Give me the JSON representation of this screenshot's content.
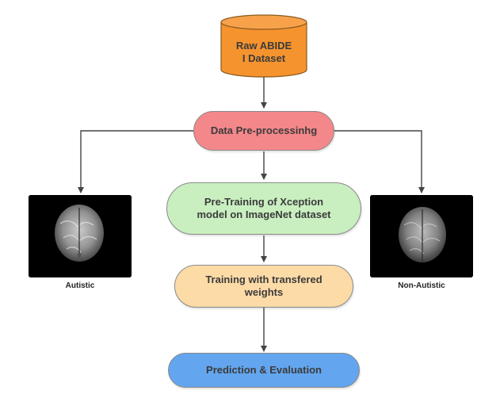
{
  "colors": {
    "dataset_fill": "#f5932e",
    "preprocessing_fill": "#f4878a",
    "pretraining_fill": "#c9efc0",
    "training_fill": "#fddba7",
    "prediction_fill": "#63a5ee",
    "connector": "#444444",
    "scan_background": "#000000"
  },
  "nodes": {
    "dataset": {
      "shape": "cylinder",
      "label_line1": "Raw ABIDE",
      "label_line2": "I Dataset"
    },
    "preprocessing": {
      "shape": "pill",
      "label": "Data Pre-processinhg"
    },
    "pretraining": {
      "shape": "pill",
      "label_line1": "Pre-Training of Xception",
      "label_line2": "model on ImageNet dataset"
    },
    "training": {
      "shape": "pill",
      "label_line1": "Training with transfered",
      "label_line2": "weights"
    },
    "prediction": {
      "shape": "pill",
      "label": "Prediction & Evaluation"
    }
  },
  "images": {
    "autistic": {
      "caption": "Autistic",
      "icon": "brain-mri-scan"
    },
    "non_autistic": {
      "caption": "Non-Autistic",
      "icon": "brain-mri-scan"
    }
  }
}
